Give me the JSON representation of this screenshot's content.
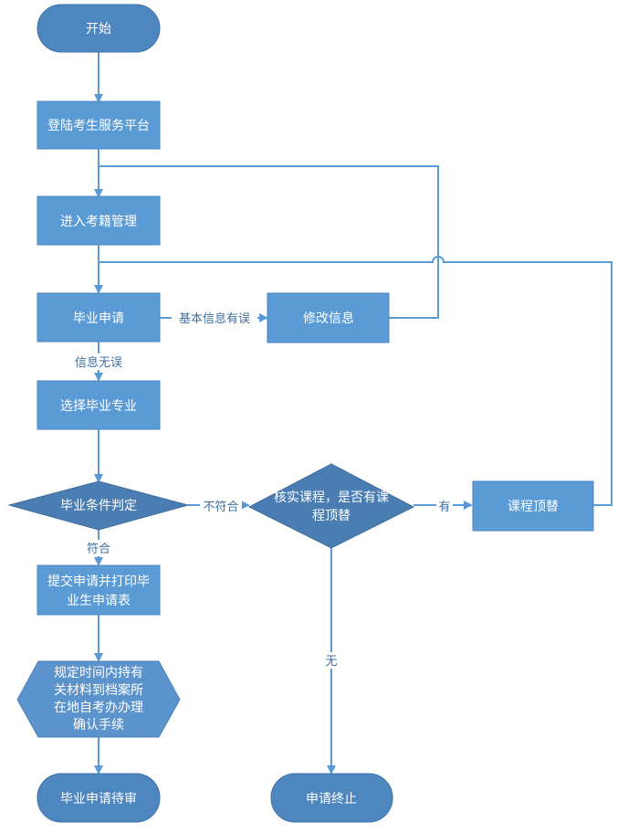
{
  "colors": {
    "node_fill": "#5b9bd5",
    "terminator_fill": "#4e86bf",
    "decision_fill": "#4a7db2",
    "connector": "#5b9bd5",
    "label_text": "#3f6fa0"
  },
  "nodes": {
    "start": "开始",
    "login": "登陆考生服务平台",
    "enter": "进入考籍管理",
    "apply": "毕业申请",
    "modify": "修改信息",
    "select_major": "选择毕业专业",
    "condition": "毕业条件判定",
    "verify_line1": "核实课程，是否有课",
    "verify_line2": "程顶替",
    "course_sub": "课程顶替",
    "submit_line1": "提交申请并打印毕",
    "submit_line2": "业生申请表",
    "deliver_line1": "规定时间内持有",
    "deliver_line2": "关材料到档案所",
    "deliver_line3": "在地自考办办理",
    "deliver_line4": "确认手续",
    "pending": "毕业申请待审",
    "terminate": "申请终止"
  },
  "edge_labels": {
    "info_error": "基本信息有误",
    "info_ok": "信息无误",
    "not_match": "不符合",
    "match": "符合",
    "yes": "有",
    "no": "无"
  }
}
